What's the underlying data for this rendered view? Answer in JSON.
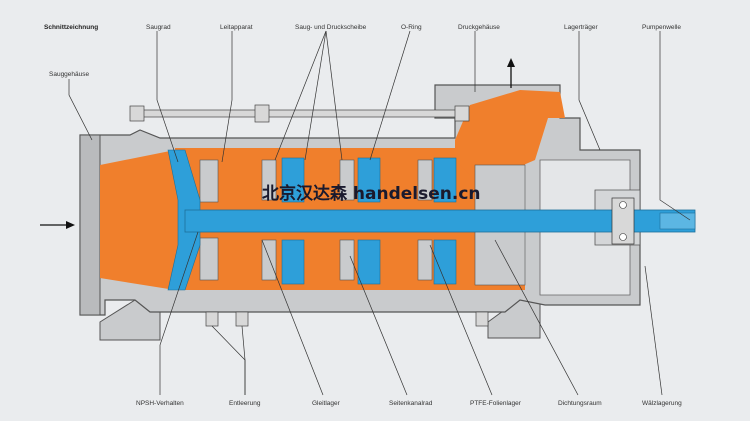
{
  "title": "Schnittzeichnung",
  "labels": {
    "sauggehaeuse": "Sauggehäuse",
    "saugrad": "Saugrad",
    "leitapparat": "Leitapparat",
    "saug_druckscheibe": "Saug- und Druckscheibe",
    "o_ring": "O-Ring",
    "druckgehaeuse": "Druckgehäuse",
    "lagertraeger": "Lagerträger",
    "pumpenwelle": "Pumpenwelle",
    "npsh": "NPSH-Verhalten",
    "entleerung": "Entleerung",
    "gleitlager": "Gleitlager",
    "seitenkanalrad": "Seitenkanalrad",
    "ptfe": "PTFE-Folienlager",
    "dichtungsraum": "Dichtungsraum",
    "waelzlagerung": "Wälzlagerung"
  },
  "watermark": "北京汉达森 handelsen.cn",
  "colors": {
    "background": "#eaecee",
    "casing": "#c9cbcd",
    "casing_stroke": "#555555",
    "fluid": "#f07f2c",
    "shaft": "#2e9fd9",
    "bolt": "#d8d8d8"
  }
}
